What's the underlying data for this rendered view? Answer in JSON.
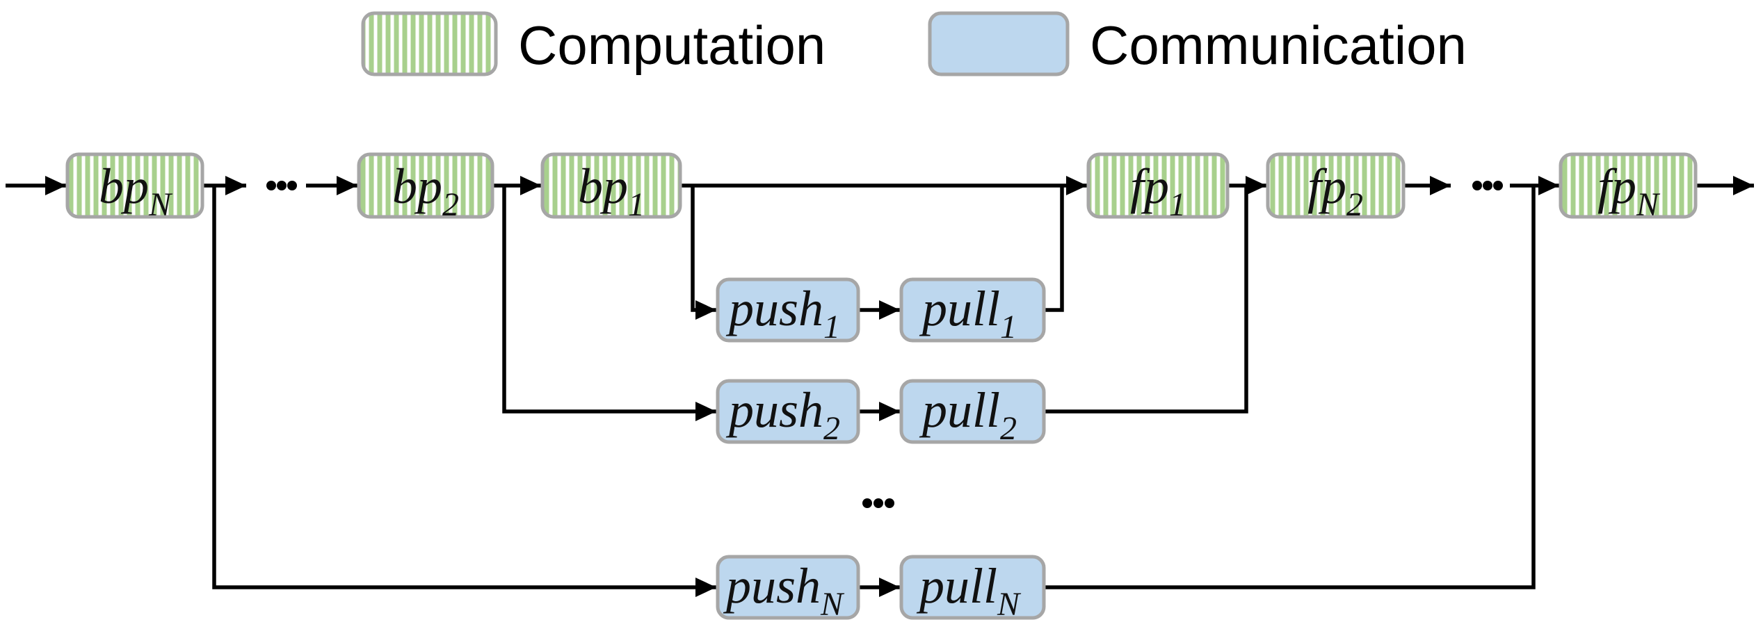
{
  "legend": {
    "computation": {
      "label": "Computation",
      "fill": "#a8d08d",
      "style": "vertical-stripes"
    },
    "communication": {
      "label": "Communication",
      "fill": "#bdd7ee",
      "style": "solid"
    }
  },
  "colors": {
    "computation_fill": "#a8d08d",
    "communication_fill": "#bdd7ee",
    "box_border": "#a6a6a6",
    "line": "#000000",
    "background": "#ffffff"
  },
  "nodes": {
    "bp_N": {
      "base": "bp",
      "sub": "N",
      "kind": "computation"
    },
    "bp_2": {
      "base": "bp",
      "sub": "2",
      "kind": "computation"
    },
    "bp_1": {
      "base": "bp",
      "sub": "1",
      "kind": "computation"
    },
    "fp_1": {
      "base": "fp",
      "sub": "1",
      "kind": "computation"
    },
    "fp_2": {
      "base": "fp",
      "sub": "2",
      "kind": "computation"
    },
    "fp_N": {
      "base": "fp",
      "sub": "N",
      "kind": "computation"
    },
    "push_1": {
      "base": "push",
      "sub": "1",
      "kind": "communication"
    },
    "pull_1": {
      "base": "pull",
      "sub": "1",
      "kind": "communication"
    },
    "push_2": {
      "base": "push",
      "sub": "2",
      "kind": "communication"
    },
    "pull_2": {
      "base": "pull",
      "sub": "2",
      "kind": "communication"
    },
    "push_N": {
      "base": "push",
      "sub": "N",
      "kind": "communication"
    },
    "pull_N": {
      "base": "pull",
      "sub": "N",
      "kind": "communication"
    }
  },
  "ellipses": [
    {
      "id": "between-bp_N-and-bp_2",
      "glyph": "..."
    },
    {
      "id": "between-fp_2-and-fp_N",
      "glyph": "..."
    },
    {
      "id": "between-row-2-and-row-N",
      "glyph": "..."
    }
  ],
  "edges": [
    {
      "from": "input",
      "to": "bp_N"
    },
    {
      "from": "bp_N",
      "to": "bp_2",
      "via": "ellipsis"
    },
    {
      "from": "bp_2",
      "to": "bp_1"
    },
    {
      "from": "bp_1",
      "to": "fp_1"
    },
    {
      "from": "bp_1",
      "to": "push_1"
    },
    {
      "from": "push_1",
      "to": "pull_1"
    },
    {
      "from": "pull_1",
      "to": "fp_1"
    },
    {
      "from": "bp_2",
      "to": "push_2"
    },
    {
      "from": "push_2",
      "to": "pull_2"
    },
    {
      "from": "pull_2",
      "to": "fp_2"
    },
    {
      "from": "bp_N",
      "to": "push_N"
    },
    {
      "from": "push_N",
      "to": "pull_N"
    },
    {
      "from": "pull_N",
      "to": "fp_N"
    },
    {
      "from": "fp_1",
      "to": "fp_2"
    },
    {
      "from": "fp_2",
      "to": "fp_N",
      "via": "ellipsis"
    },
    {
      "from": "fp_N",
      "to": "output"
    }
  ]
}
